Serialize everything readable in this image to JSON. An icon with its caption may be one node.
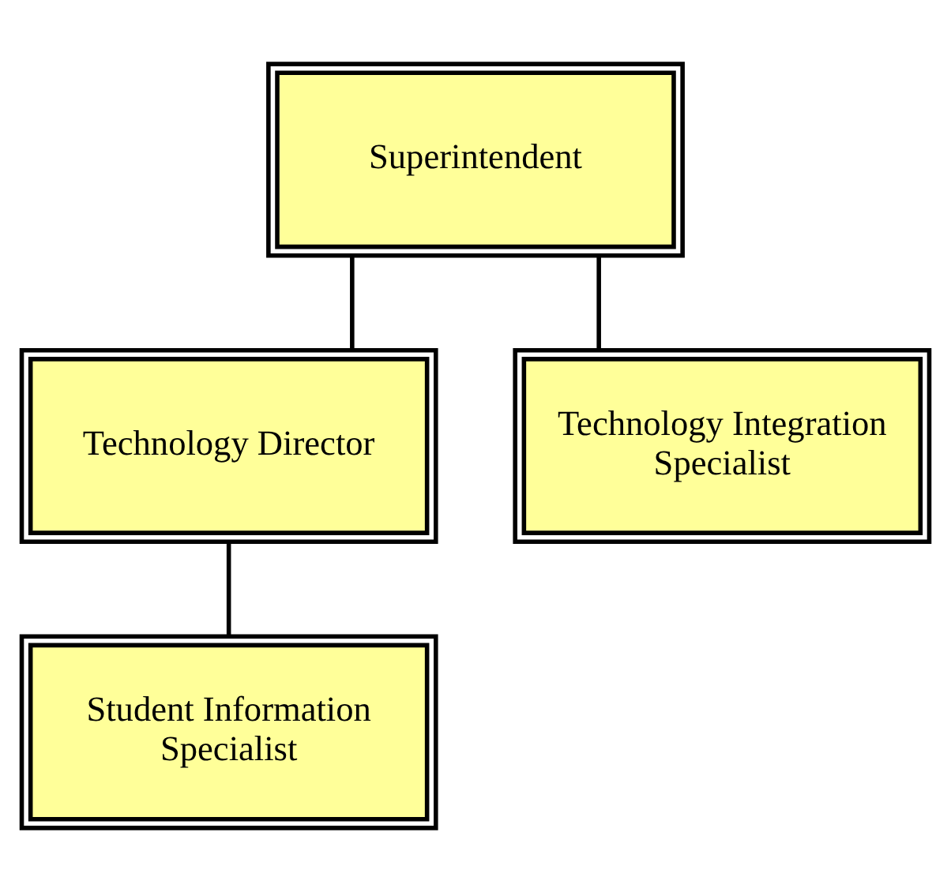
{
  "diagram": {
    "nodes": [
      {
        "text": [
          "Superintendent"
        ]
      },
      {
        "text": [
          "Technology Director"
        ]
      },
      {
        "text": [
          "Technology Integration Specialist"
        ]
      },
      {
        "text": [
          "Student Information Specialist"
        ]
      }
    ],
    "edges": [
      {
        "from": 0,
        "to": 1,
        "arrow": "none"
      },
      {
        "from": 0,
        "to": 2,
        "arrow": "none"
      },
      {
        "from": 1,
        "to": 3,
        "arrow": "none"
      }
    ]
  }
}
